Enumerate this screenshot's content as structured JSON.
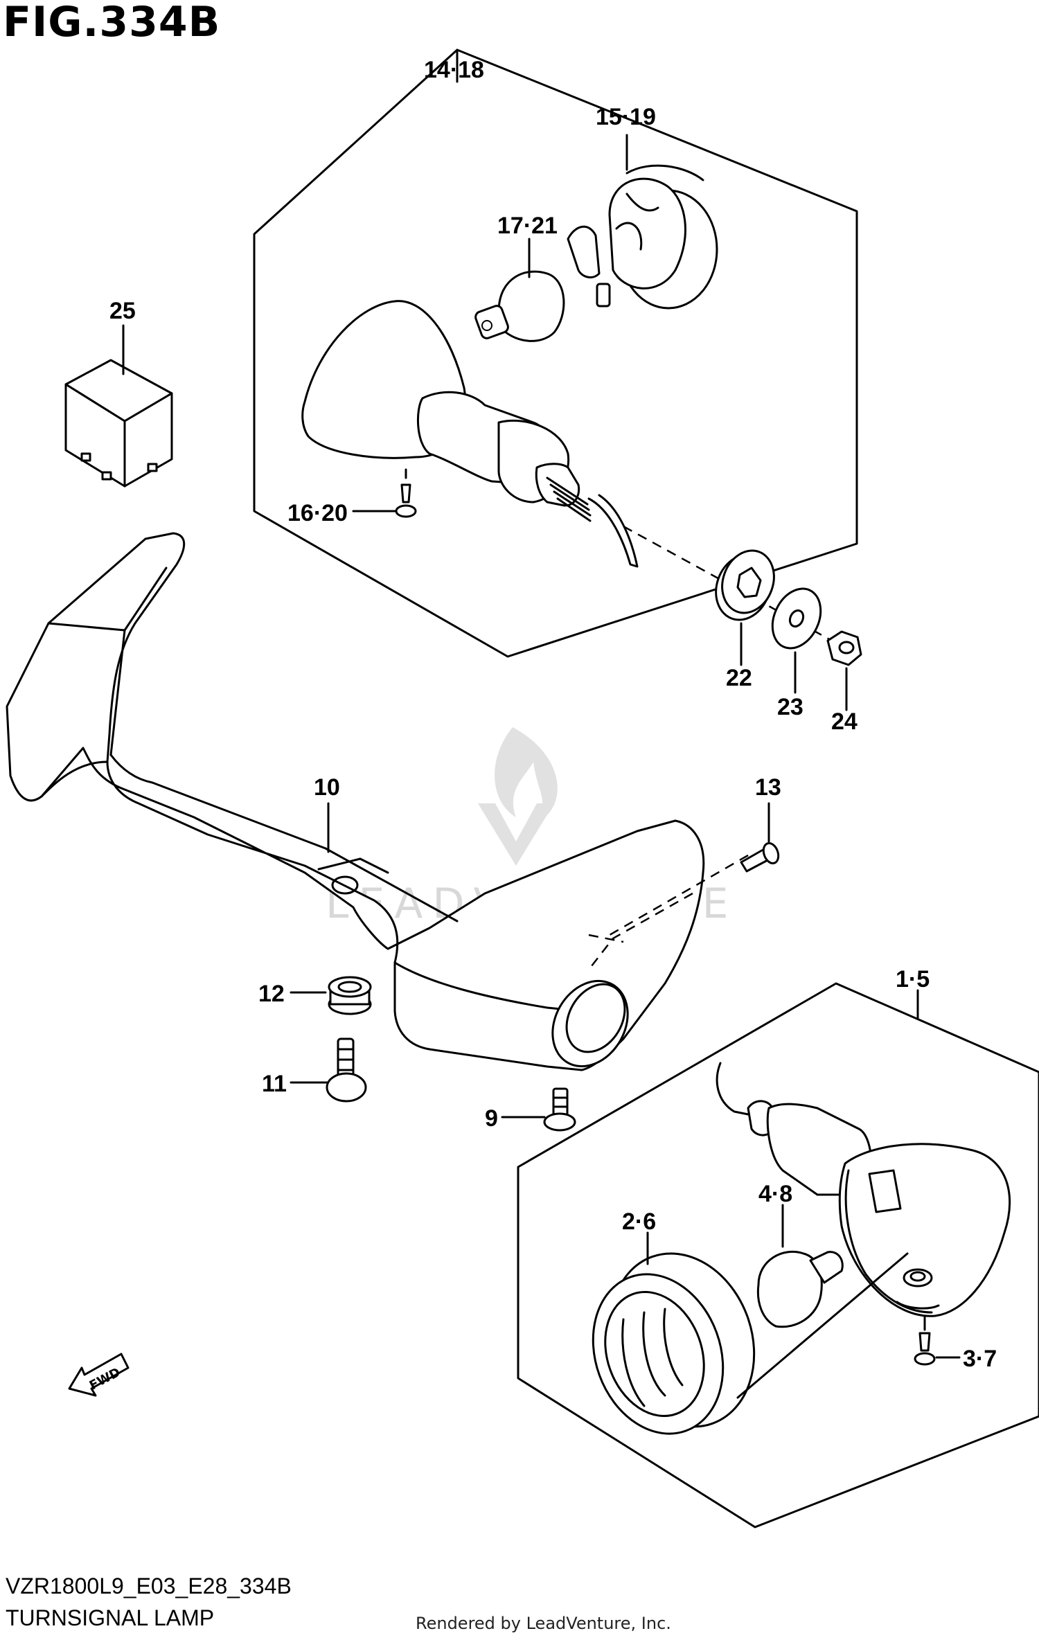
{
  "figure": {
    "title": "FIG.334B",
    "model_code": "VZR1800L9_E03_E28_334B",
    "name": "TURNSIGNAL LAMP"
  },
  "callouts": {
    "c1_5": "1·5",
    "c2_6": "2·6",
    "c3_7": "3·7",
    "c4_8": "4·8",
    "c9": "9",
    "c10": "10",
    "c11": "11",
    "c12": "12",
    "c13": "13",
    "c14_18": "14·18",
    "c15_19": "15·19",
    "c16_20": "16·20",
    "c17_21": "17·21",
    "c22": "22",
    "c23": "23",
    "c24": "24",
    "c25": "25"
  },
  "fwd_label": "FWD",
  "watermark": "LEADVENTURE",
  "rendered_by": "Rendered by LeadVenture, Inc.",
  "colors": {
    "line": "#000000",
    "watermark": "#d4d4d4"
  }
}
